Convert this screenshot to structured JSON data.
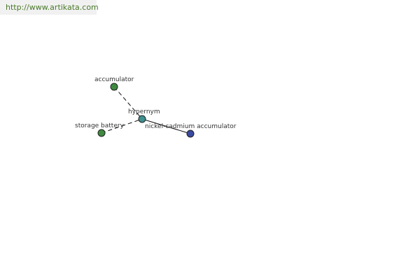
{
  "header": {
    "url": "http://www.artikata.com"
  },
  "colors": {
    "url_text": "#4a7a2a",
    "node_green": "#3f8a3f",
    "node_teal": "#3f8f8f",
    "node_blue": "#3a4aa0",
    "node_stroke": "#222222",
    "edge": "#111111"
  },
  "graph": {
    "nodes": {
      "accumulator": {
        "label": "accumulator"
      },
      "hypernym": {
        "label": "hypernym"
      },
      "storage_battery": {
        "label": "storage battery"
      },
      "nickel_cadmium": {
        "label": "nickel-cadmium accumulator"
      }
    },
    "edges": [
      {
        "from": "accumulator",
        "to": "hypernym",
        "style": "dashed"
      },
      {
        "from": "storage_battery",
        "to": "hypernym",
        "style": "dashed"
      },
      {
        "from": "hypernym",
        "to": "nickel_cadmium",
        "style": "solid"
      }
    ]
  }
}
